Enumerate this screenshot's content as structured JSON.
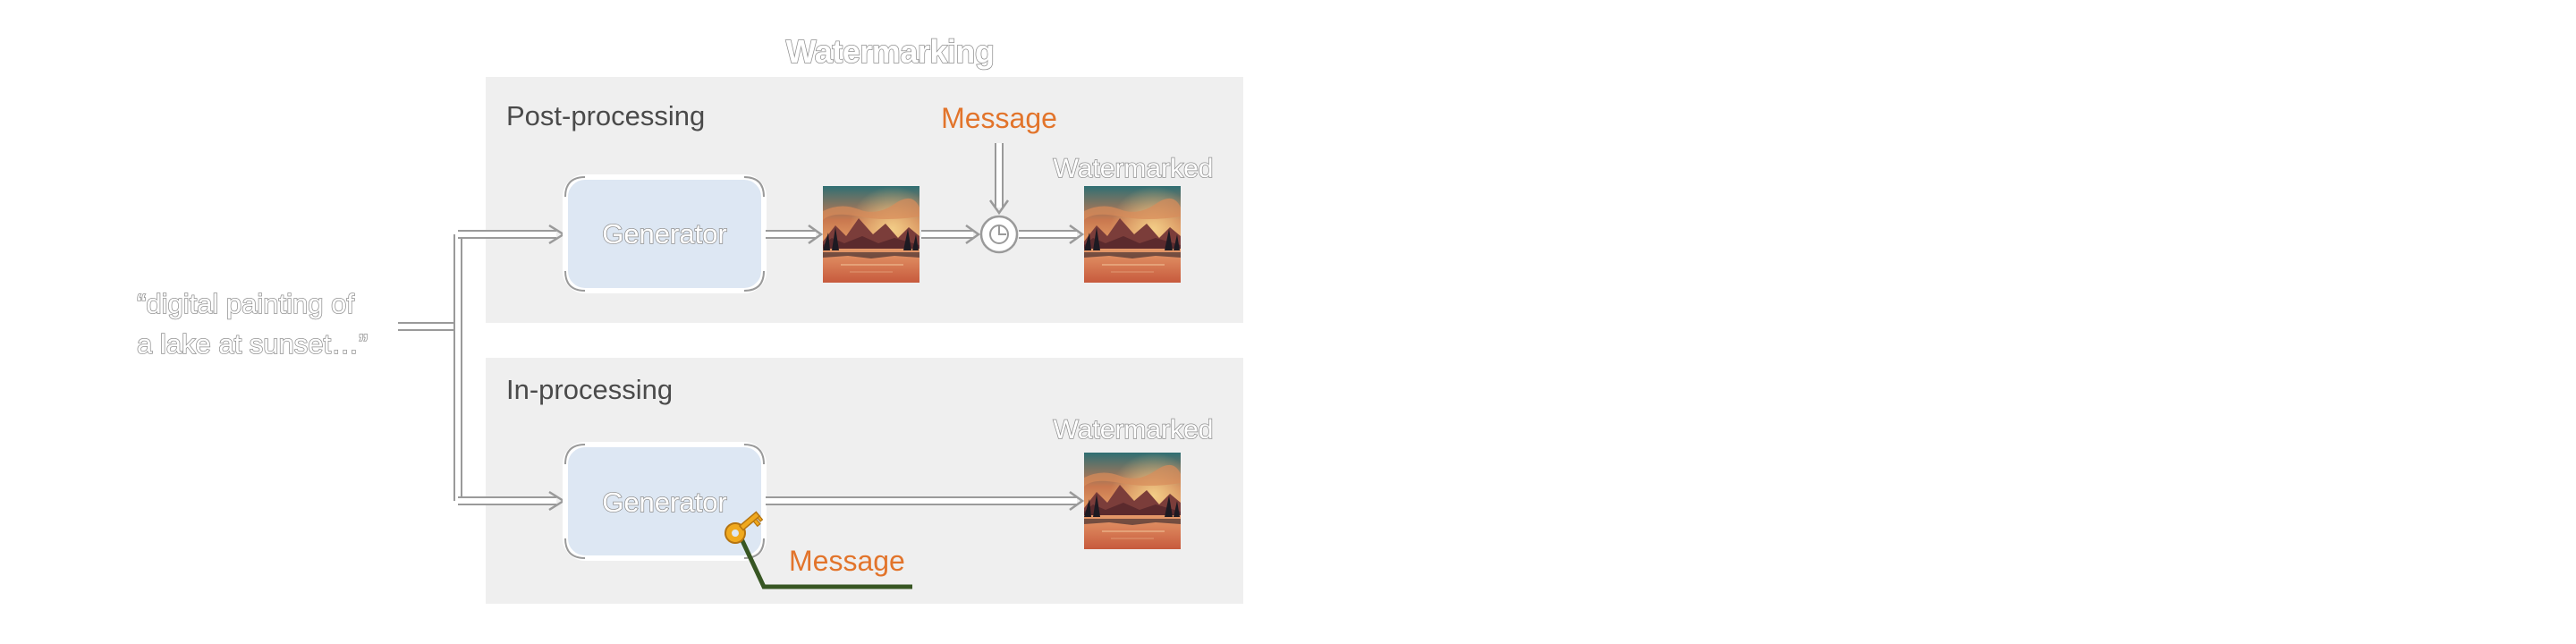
{
  "title": "Watermarking",
  "prompt": {
    "line1": "“digital painting of",
    "line2": "a lake at sunset…”"
  },
  "post_processing": {
    "label": "Post-processing",
    "generator_label": "Generator",
    "message_label": "Message",
    "output_label": "Watermarked"
  },
  "in_processing": {
    "label": "In-processing",
    "generator_label": "Generator",
    "message_label": "Message",
    "output_label": "Watermarked"
  },
  "icons": {
    "key": "key-icon",
    "combine": "watermark-combine-icon",
    "image": "lake-sunset-image"
  },
  "colors": {
    "panel": "#efefef",
    "generator_fill": "#dde7f3",
    "message": "#e2742b",
    "key_line": "#375623"
  }
}
